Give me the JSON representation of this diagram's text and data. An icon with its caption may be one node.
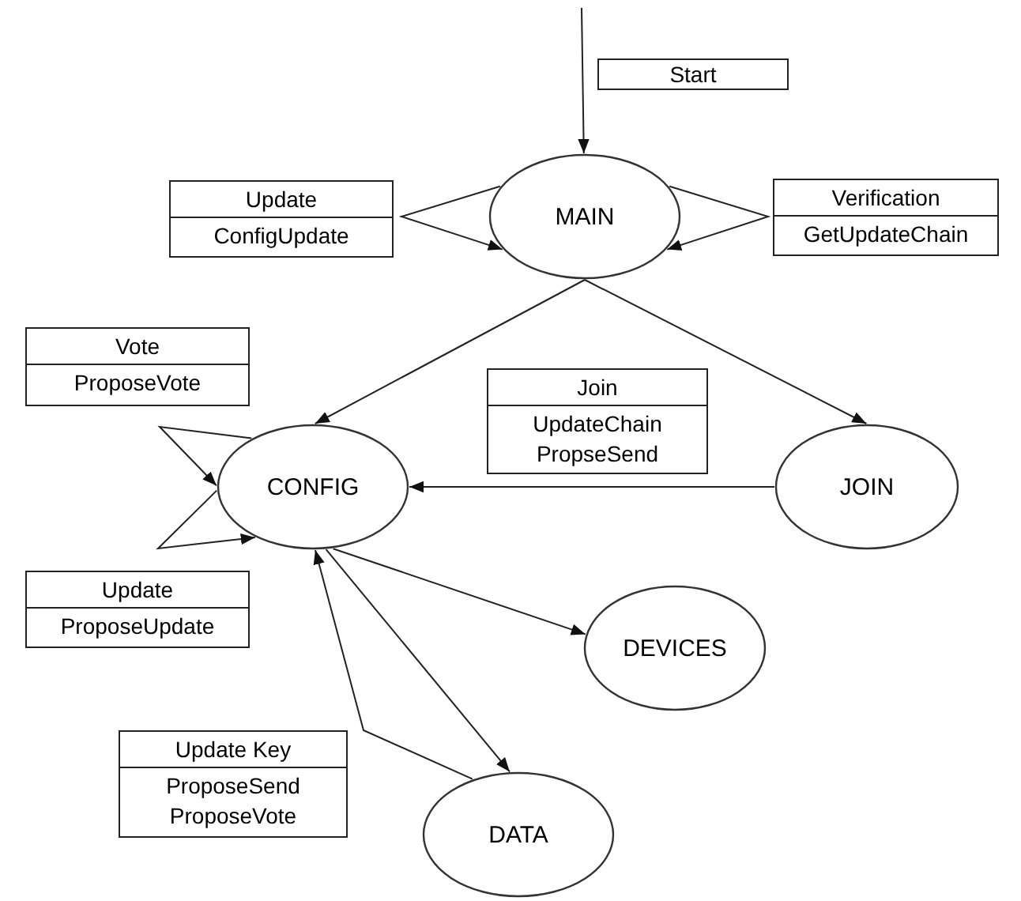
{
  "diagram": {
    "nodes": [
      {
        "text": [
          "Start"
        ]
      },
      {
        "text": [
          "Update",
          "ConfigUpdate"
        ]
      },
      {
        "text": [
          "MAIN"
        ]
      },
      {
        "text": [
          "Verification",
          "GetUpdateChain"
        ]
      },
      {
        "text": [
          "Vote",
          "ProposeVote"
        ]
      },
      {
        "text": [
          "CONFIG"
        ]
      },
      {
        "text": [
          "Join",
          "UpdateChain",
          "PropseSend"
        ]
      },
      {
        "text": [
          "JOIN"
        ]
      },
      {
        "text": [
          "Update",
          "ProposeUpdate"
        ]
      },
      {
        "text": [
          "DEVICES"
        ]
      },
      {
        "text": [
          "Update Key",
          "ProposeSend",
          "ProposeVote"
        ]
      },
      {
        "text": [
          "DATA"
        ]
      }
    ],
    "edges": [
      {
        "from": null,
        "to": 2,
        "arrow": "to"
      },
      {
        "from": 2,
        "to": 2,
        "arrow": "to"
      },
      {
        "from": 2,
        "to": 2,
        "arrow": "to"
      },
      {
        "from": 2,
        "to": 5,
        "arrow": "to"
      },
      {
        "from": 2,
        "to": 7,
        "arrow": "to"
      },
      {
        "from": 7,
        "to": 5,
        "arrow": "to"
      },
      {
        "from": 5,
        "to": 5,
        "arrow": "to"
      },
      {
        "from": 5,
        "to": 5,
        "arrow": "to"
      },
      {
        "from": 5,
        "to": 9,
        "arrow": "to"
      },
      {
        "from": 5,
        "to": 11,
        "arrow": "to"
      },
      {
        "from": 11,
        "to": 5,
        "arrow": "to"
      }
    ]
  }
}
